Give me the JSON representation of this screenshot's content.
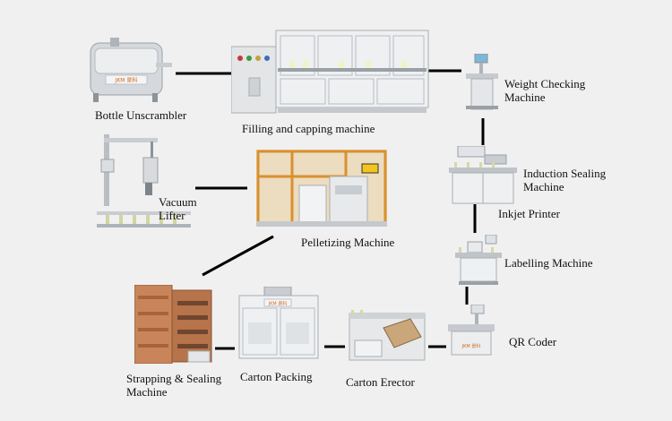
{
  "labels": {
    "bottle_unscrambler": "Bottle Unscrambler",
    "filling_capping": "Filling and capping machine",
    "weight_checking_1": "Weight Checking",
    "weight_checking_2": "Machine",
    "vacuum_lifter_1": "Vacuum",
    "vacuum_lifter_2": "Lifter",
    "pelletizing": "Pelletizing Machine",
    "induction_sealing_1": "Induction Sealing",
    "induction_sealing_2": "Machine",
    "inkjet_printer": "Inkjet Printer",
    "labelling": "Labelling Machine",
    "qr_coder": "QR Coder",
    "strapping_sealing_1": "Strapping & Sealing",
    "strapping_sealing_2": "Machine",
    "carton_packing": "Carton Packing",
    "carton_erector": "Carton Erector"
  },
  "brand_text": "JKM 景科"
}
